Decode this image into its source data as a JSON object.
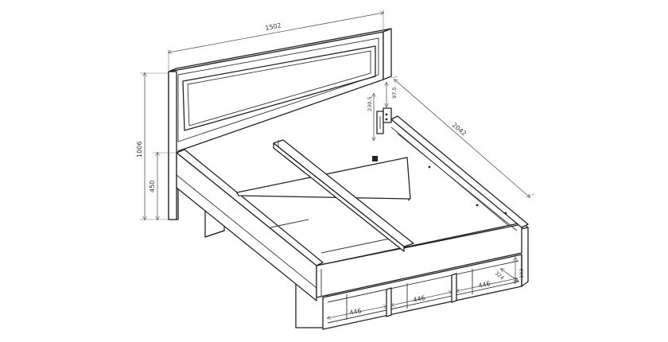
{
  "dimensions": {
    "total_width": "1502",
    "total_length": "2042",
    "headboard_height": "1006",
    "frame_height": "450",
    "slat_offset_a": "230.5",
    "slat_offset_b": "97.5",
    "shelf_width_1": "446",
    "shelf_width_2": "446",
    "shelf_width_3": "446",
    "shelf_depth": "324",
    "shelf_height": "193"
  },
  "colors": {
    "line": "#222222",
    "background": "#ffffff"
  }
}
